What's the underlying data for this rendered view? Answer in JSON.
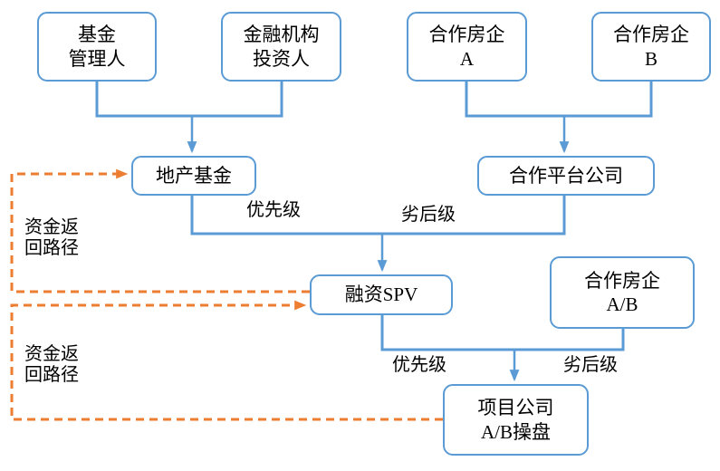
{
  "diagram": {
    "type": "flowchart",
    "description": "Real-estate fund financing structure with fund return paths",
    "nodes": {
      "fund_manager": {
        "label": "基金\n管理人"
      },
      "financial_investor": {
        "label": "金融机构\n投资人"
      },
      "partner_developer_a": {
        "label": "合作房企\nA"
      },
      "partner_developer_b": {
        "label": "合作房企\nB"
      },
      "real_estate_fund": {
        "label": "地产基金"
      },
      "platform_company": {
        "label": "合作平台公司"
      },
      "financing_spv": {
        "label": "融资SPV"
      },
      "partner_developer_ab": {
        "label": "合作房企\nA/B"
      },
      "project_company": {
        "label": "项目公司\nA/B操盘"
      }
    },
    "edge_labels": {
      "senior_upper": "优先级",
      "junior_upper": "劣后级",
      "senior_lower": "优先级",
      "junior_lower": "劣后级",
      "return_path_upper": "资金返\n回路径",
      "return_path_lower": "资金返\n回路径"
    },
    "edges": [
      {
        "from": "fund_manager",
        "to": "real_estate_fund",
        "style": "solid"
      },
      {
        "from": "financial_investor",
        "to": "real_estate_fund",
        "style": "solid"
      },
      {
        "from": "partner_developer_a",
        "to": "platform_company",
        "style": "solid"
      },
      {
        "from": "partner_developer_b",
        "to": "platform_company",
        "style": "solid"
      },
      {
        "from": "real_estate_fund",
        "to": "financing_spv",
        "style": "solid",
        "label": "优先级"
      },
      {
        "from": "platform_company",
        "to": "financing_spv",
        "style": "solid",
        "label": "劣后级"
      },
      {
        "from": "financing_spv",
        "to": "project_company",
        "style": "solid",
        "label": "优先级"
      },
      {
        "from": "partner_developer_ab",
        "to": "project_company",
        "style": "solid",
        "label": "劣后级"
      },
      {
        "from": "financing_spv",
        "to": "real_estate_fund",
        "style": "dashed",
        "label": "资金返回路径"
      },
      {
        "from": "project_company",
        "to": "financing_spv",
        "style": "dashed",
        "label": "资金返回路径"
      }
    ],
    "colors": {
      "node_border": "#5B9BD5",
      "connector": "#5B9BD5",
      "return_path": "#ED7D31",
      "text": "#000000",
      "background": "#FFFFFF"
    }
  }
}
